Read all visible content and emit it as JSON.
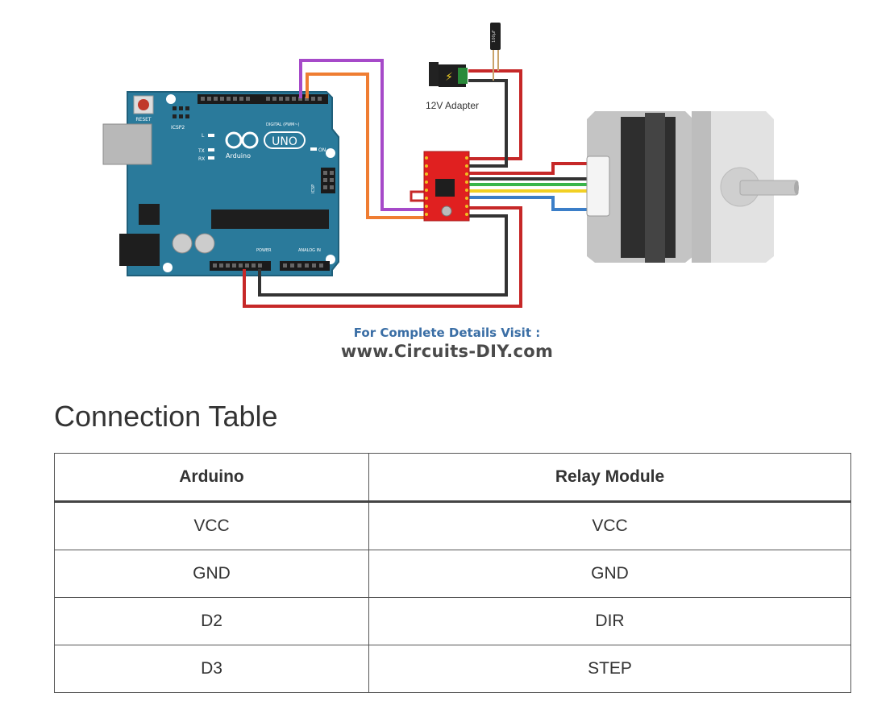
{
  "diagram": {
    "arduino": {
      "reset_label": "RESET",
      "icsp2_label": "ICSP2",
      "logo_text": "UNO",
      "brand": "Arduino",
      "on_label": "ON",
      "tx_label": "TX",
      "rx_label": "RX",
      "l_label": "L",
      "digital_label": "DIGITAL (PWM~)",
      "power_label": "POWER",
      "analog_label": "ANALOG IN",
      "icsp_label": "ICSP"
    },
    "adapter_label": "12V Adapter",
    "capacitor_label": "100µF",
    "wire_colors": {
      "purple": "#a64ac9",
      "orange": "#ef7d32",
      "red": "#c62828",
      "black": "#333333",
      "green": "#3ab54a",
      "yellow": "#f2d024",
      "blue": "#3b7ec8"
    },
    "board_color": "#2a7a9b",
    "driver_color": "#e02020"
  },
  "credit": {
    "line1": "For Complete Details Visit :",
    "line2": "www.Circuits-DIY.com"
  },
  "section_title": "Connection Table",
  "table": {
    "headers": [
      "Arduino",
      "Relay Module"
    ],
    "rows": [
      [
        "VCC",
        "VCC"
      ],
      [
        "GND",
        "GND"
      ],
      [
        "D2",
        "DIR"
      ],
      [
        "D3",
        "STEP"
      ]
    ]
  }
}
